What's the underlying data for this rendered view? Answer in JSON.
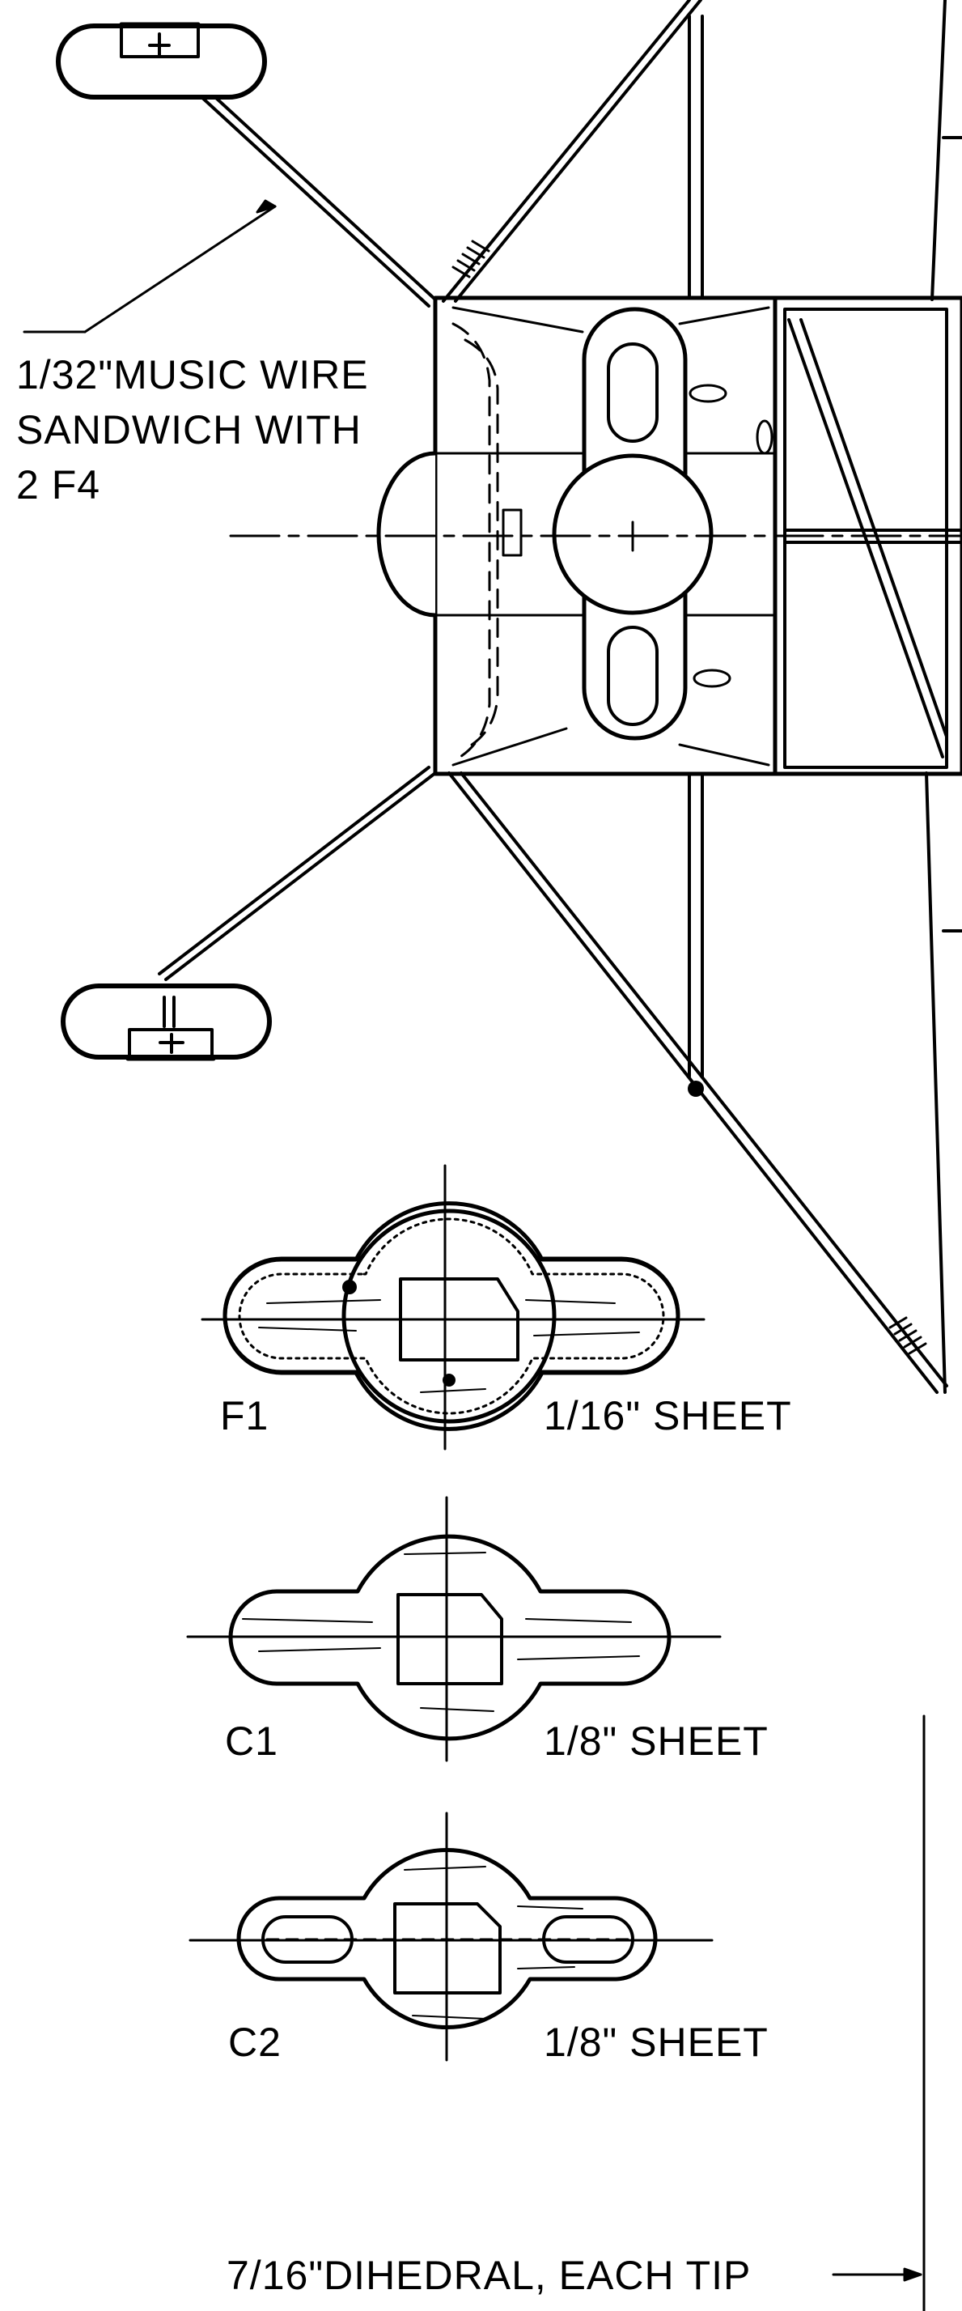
{
  "notes": {
    "wire_line1": "1/32\"MUSIC WIRE",
    "wire_line2": "SANDWICH WITH",
    "wire_line3": "2 F4",
    "dihedral": "7/16\"DIHEDRAL, EACH TIP"
  },
  "parts": {
    "f1": {
      "label": "F1",
      "material": "1/16\" SHEET"
    },
    "c1": {
      "label": "C1",
      "material": "1/8\" SHEET"
    },
    "c2": {
      "label": "C2",
      "material": "1/8\" SHEET"
    }
  }
}
